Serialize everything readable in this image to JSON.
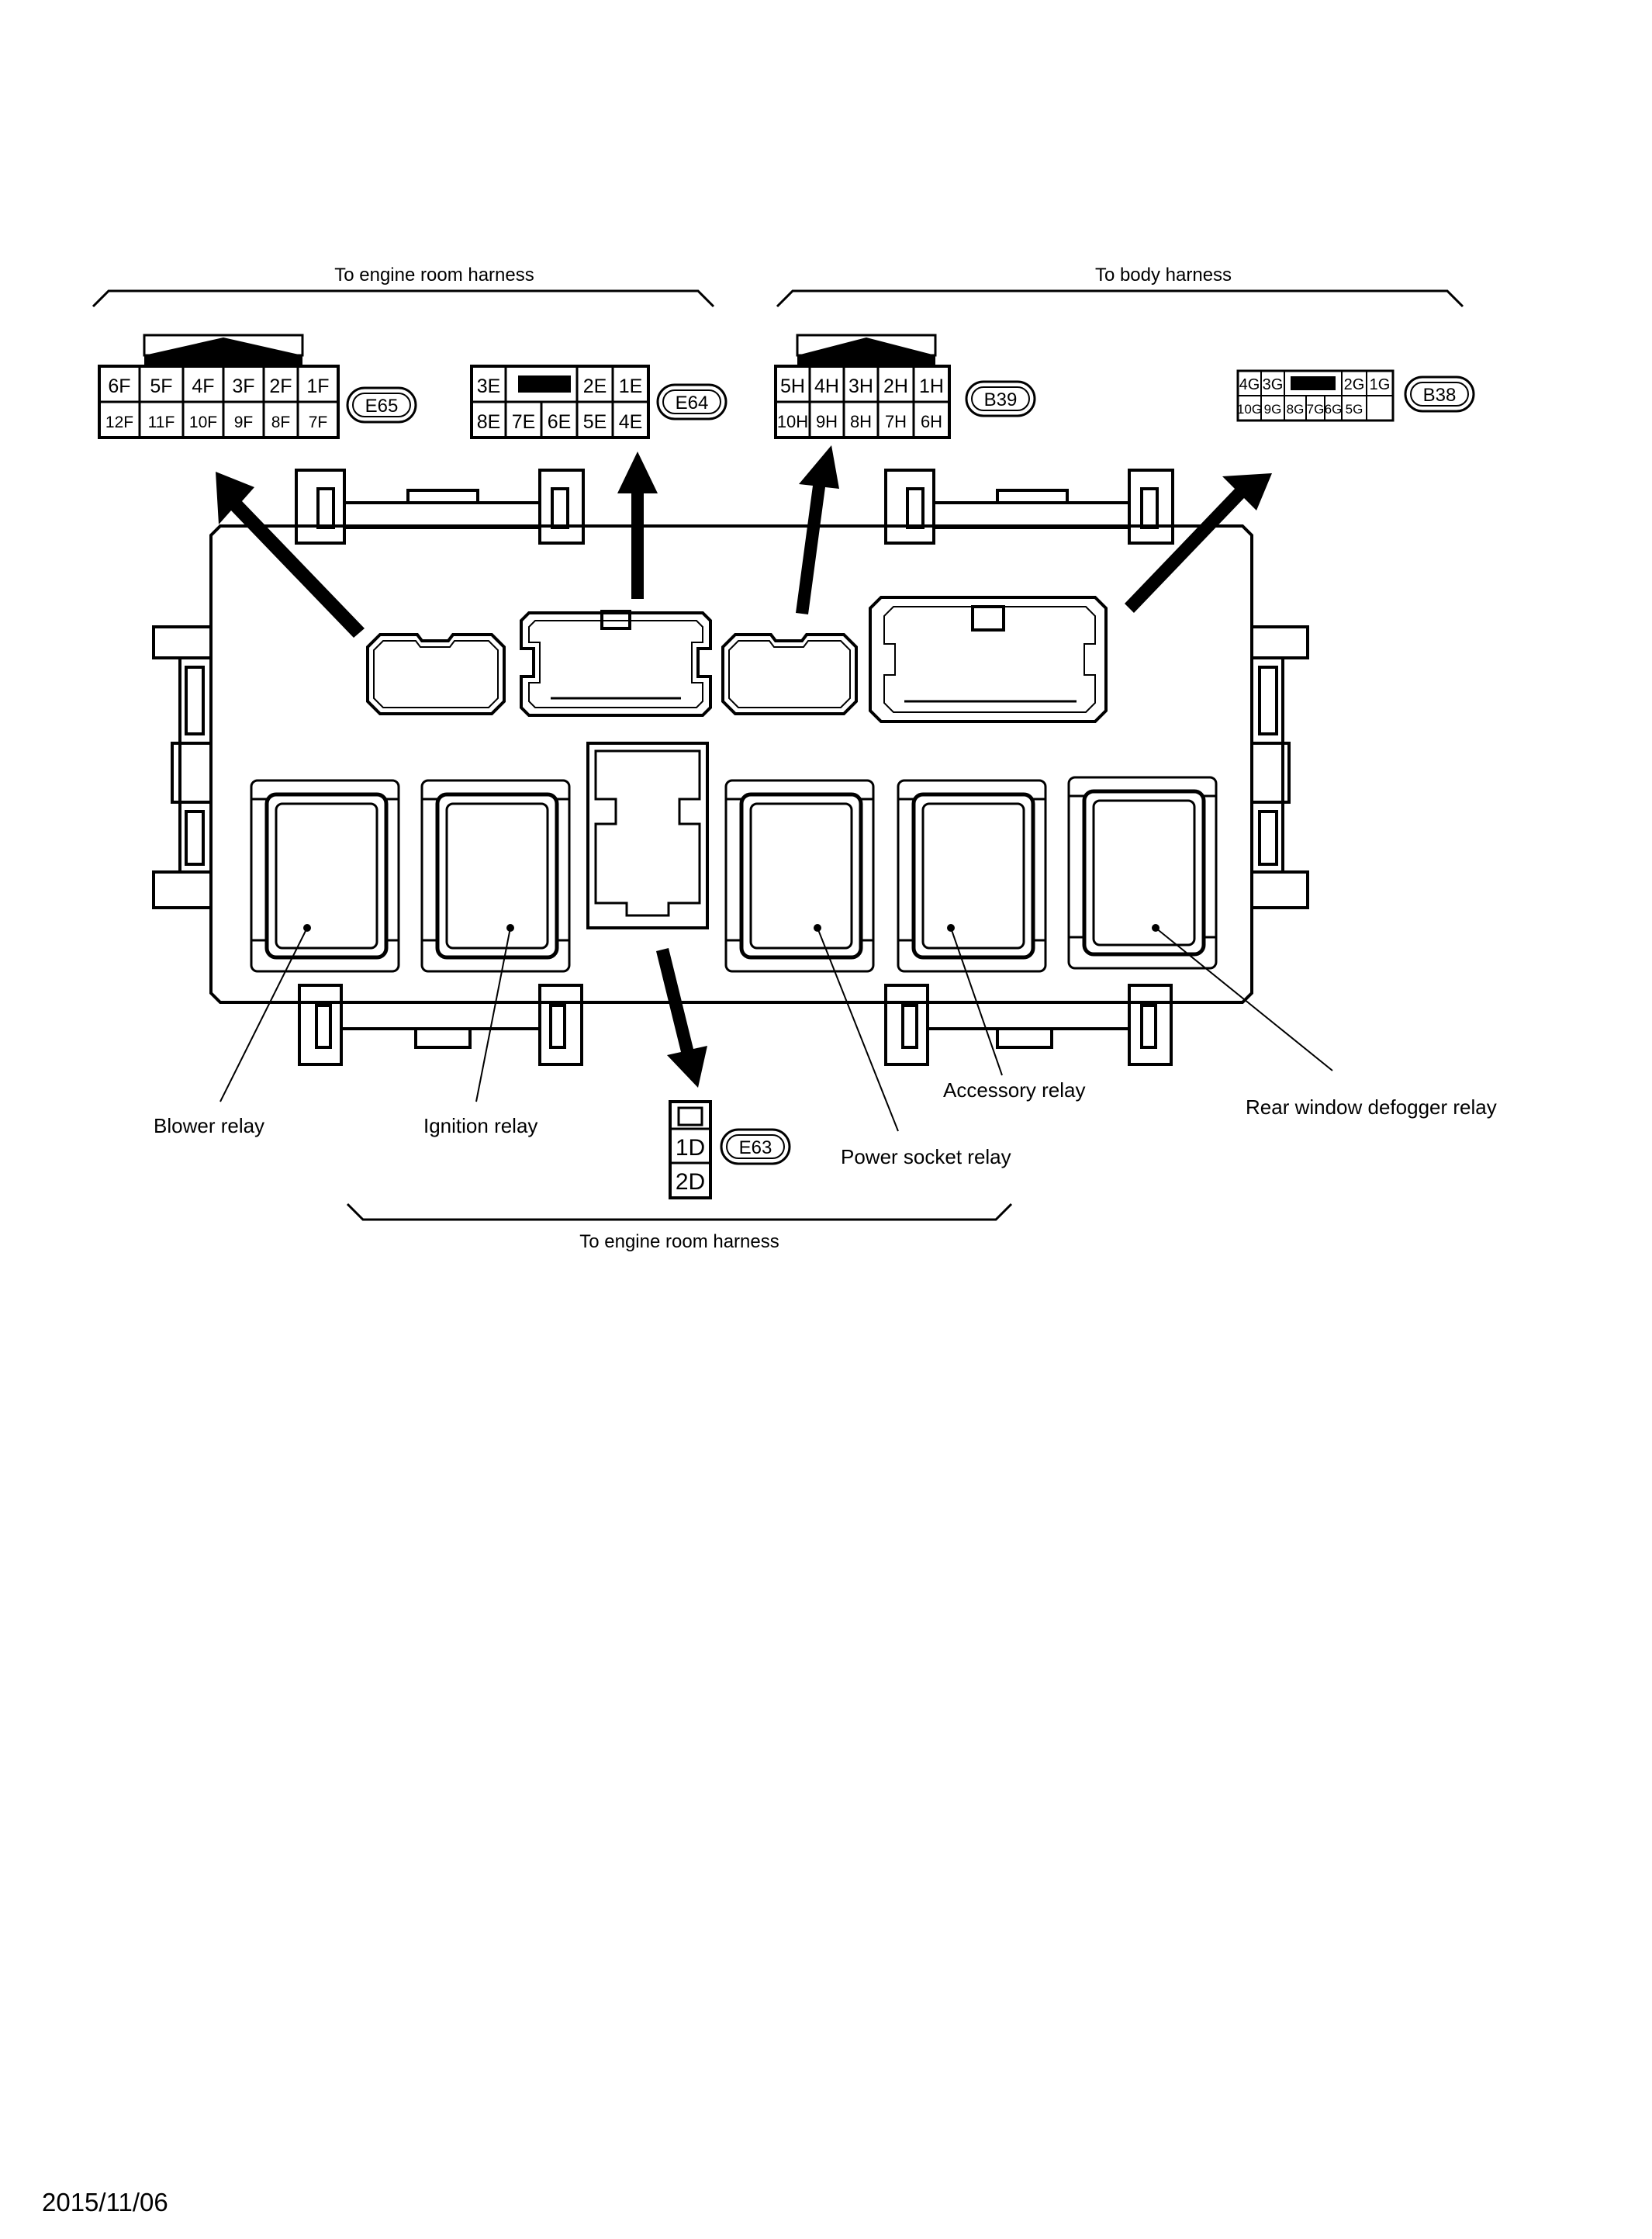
{
  "harness_labels": {
    "top_left": "To engine room harness",
    "top_right": "To body harness",
    "bottom": "To engine room harness"
  },
  "connectors": {
    "E65": {
      "id": "E65",
      "row1": [
        "6F",
        "5F",
        "4F",
        "3F",
        "2F",
        "1F"
      ],
      "row2": [
        "12F",
        "11F",
        "10F",
        "9F",
        "8F",
        "7F"
      ]
    },
    "E64": {
      "id": "E64",
      "row1": [
        "3E",
        "",
        "2E",
        "1E"
      ],
      "row2": [
        "8E",
        "7E",
        "6E",
        "5E",
        "4E"
      ]
    },
    "B39": {
      "id": "B39",
      "row1": [
        "5H",
        "4H",
        "3H",
        "2H",
        "1H"
      ],
      "row2": [
        "10H",
        "9H",
        "8H",
        "7H",
        "6H"
      ]
    },
    "B38": {
      "id": "B38",
      "row1": [
        "4G",
        "3G",
        "",
        "2G",
        "1G"
      ],
      "row2": [
        "10G",
        "9G",
        "8G",
        "7G",
        "6G",
        "5G"
      ]
    },
    "E63": {
      "id": "E63",
      "pins": [
        "1D",
        "2D"
      ]
    }
  },
  "relays": {
    "blower": "Blower relay",
    "ignition": "Ignition relay",
    "power_socket": "Power socket relay",
    "accessory": "Accessory relay",
    "rear_defogger": "Rear window defogger relay"
  },
  "footer": {
    "date": "2015/11/06"
  }
}
